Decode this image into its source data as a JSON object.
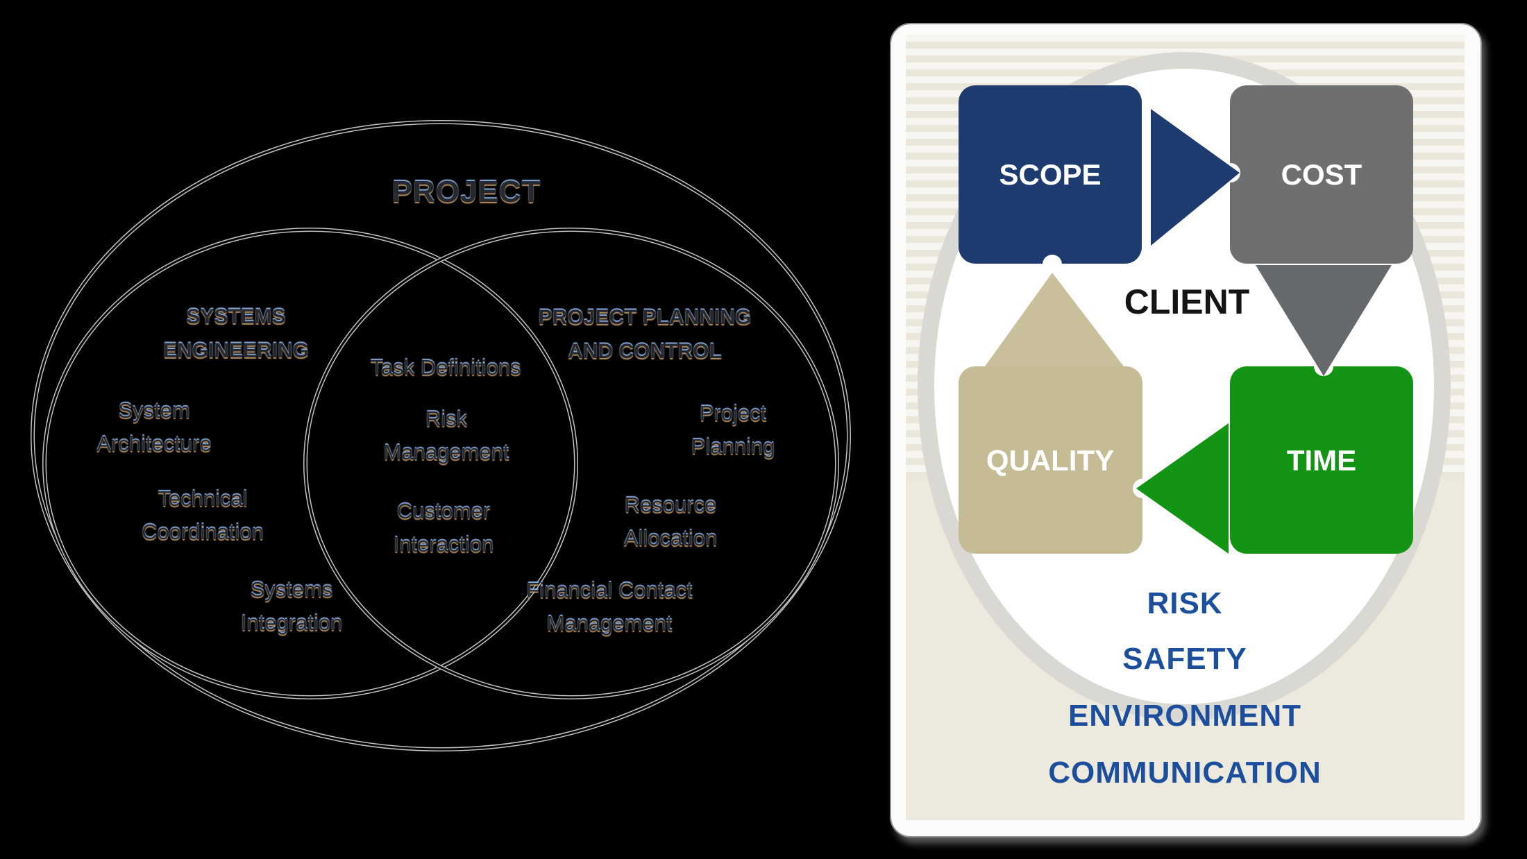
{
  "venn": {
    "title": "PROJECT",
    "left_circle": {
      "title": "SYSTEMS\nENGINEERING",
      "items": [
        "System\nArchitecture",
        "Technical\nCoordination",
        "Systems\nIntegration"
      ]
    },
    "right_circle": {
      "title": "PROJECT PLANNING\nAND CONTROL",
      "items": [
        "Project\nPlanning",
        "Resource\nAllocation",
        "Financial Contact\nManagement"
      ]
    },
    "overlap": {
      "items": [
        "Task Definitions",
        "Risk\nManagement",
        "Customer\nInteraction"
      ]
    },
    "line_color": "#c2c2c2",
    "text_core_color": "#262830"
  },
  "cycle": {
    "center_label": "CLIENT",
    "center_color": "#141414",
    "blocks": [
      {
        "label": "SCOPE",
        "color": "#1E3B6F"
      },
      {
        "label": "COST",
        "color": "#6D6F71"
      },
      {
        "label": "QUALITY",
        "color": "#C5BB94"
      },
      {
        "label": "TIME",
        "color": "#149414"
      }
    ],
    "arrows": {
      "scope_to_cost": "#1E3B6F",
      "cost_to_time": "#66696B",
      "time_to_quality": "#149414",
      "quality_to_scope": "#C9BF9B"
    },
    "footer_items": [
      "RISK",
      "SAFETY",
      "ENVIRONMENT",
      "COMMUNICATION"
    ],
    "footer_text_color": "#1B4F9E",
    "card_bg": "#EDE9DD",
    "ring_color": "#D9D8D2"
  }
}
